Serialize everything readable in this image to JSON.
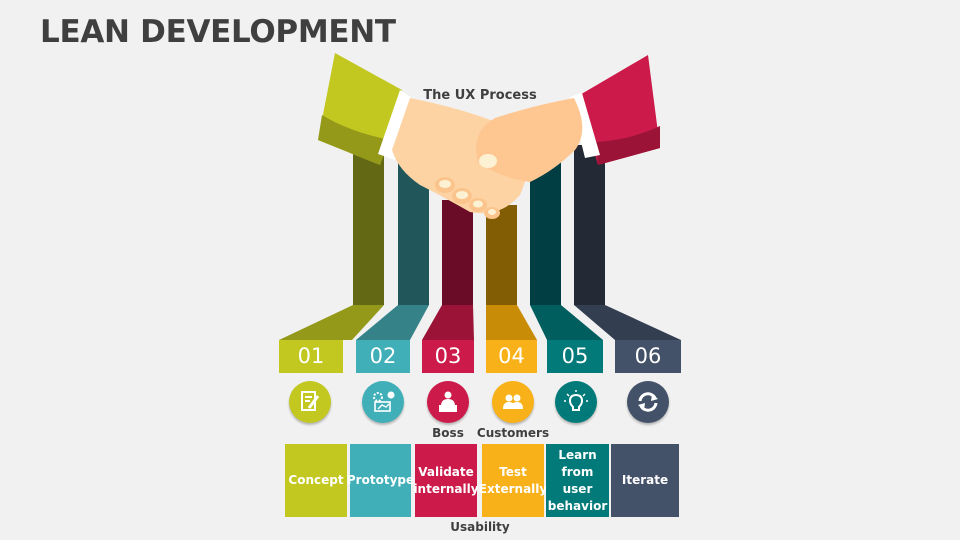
{
  "slide": {
    "title": "LEAN DEVELOPMENT",
    "subtitle": "The UX Process",
    "footer_label": "Usability"
  },
  "colors": {
    "background": "#f1f1f1",
    "title_text": "#3f3f3f",
    "lime": "#c2c820",
    "teal_light": "#41afb8",
    "crimson": "#cc1b4a",
    "amber": "#f8b119",
    "teal_dark": "#027a79",
    "slate": "#435268"
  },
  "steps": [
    {
      "number": "01",
      "icon": "document-edit-icon",
      "above_label": "",
      "label": "Concept",
      "color": "#c2c820"
    },
    {
      "number": "02",
      "icon": "prototype-gear-icon",
      "above_label": "",
      "label": "Prototype",
      "color": "#41afb8"
    },
    {
      "number": "03",
      "icon": "boss-presenter-icon",
      "above_label": "Boss",
      "label": "Validate internally",
      "color": "#cc1b4a"
    },
    {
      "number": "04",
      "icon": "customers-group-icon",
      "above_label": "Customers",
      "label": "Test Externally",
      "color": "#f8b119"
    },
    {
      "number": "05",
      "icon": "lightbulb-icon",
      "above_label": "",
      "label": "Learn from user behavior",
      "color": "#027a79"
    },
    {
      "number": "06",
      "icon": "refresh-cycle-icon",
      "above_label": "",
      "label": "Iterate",
      "color": "#435268"
    }
  ]
}
